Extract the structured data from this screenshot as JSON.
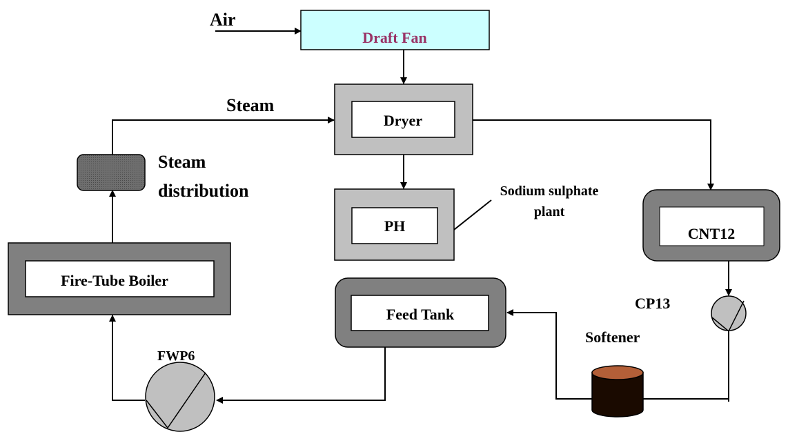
{
  "labels": {
    "air": "Air",
    "draft_fan": "Draft Fan",
    "steam": "Steam",
    "dryer": "Dryer",
    "steam_distribution_line1": "Steam",
    "steam_distribution_line2": "distribution",
    "ph": "PH",
    "sodium_sulphate_line1": "Sodium sulphate",
    "sodium_sulphate_line2": "plant",
    "cnt12": "CNT12",
    "boiler": "Fire-Tube Boiler",
    "cp13": "CP13",
    "feed_tank": "Feed Tank",
    "softener": "Softener",
    "fwp6": "FWP6"
  },
  "colors": {
    "draft_fan_fill": "#ccffff",
    "draft_fan_text": "#993366",
    "light_frame": "#c0c0c0",
    "dark_frame": "#808080",
    "softener_body": "#1a0a00",
    "softener_top": "#b35f38",
    "pump_fill": "#c0c0c0"
  }
}
